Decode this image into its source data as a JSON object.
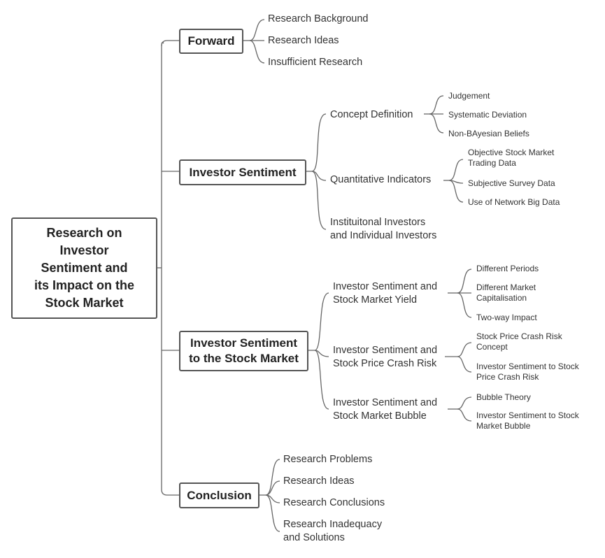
{
  "root": {
    "label": "Research on Investor Sentiment and its Impact on the Stock Market",
    "lines": [
      "Research on",
      "Investor",
      "Sentiment and",
      "its Impact on the",
      "Stock Market"
    ]
  },
  "branches": [
    {
      "label": "Forward",
      "lines": [
        "Forward"
      ],
      "children": [
        {
          "label": "Research Background",
          "lines": [
            "Research Background"
          ]
        },
        {
          "label": "Research Ideas",
          "lines": [
            "Research Ideas"
          ]
        },
        {
          "label": "Insufficient Research",
          "lines": [
            "Insufficient Research"
          ]
        }
      ]
    },
    {
      "label": "Investor Sentiment",
      "lines": [
        "Investor Sentiment"
      ],
      "children": [
        {
          "label": "Concept Definition",
          "lines": [
            "Concept Definition"
          ],
          "children": [
            {
              "label": "Judgement",
              "lines": [
                "Judgement"
              ]
            },
            {
              "label": "Systematic Deviation",
              "lines": [
                "Systematic Deviation"
              ]
            },
            {
              "label": "Non-BAyesian Beliefs",
              "lines": [
                "Non-BAyesian Beliefs"
              ]
            }
          ]
        },
        {
          "label": "Quantitative Indicators",
          "lines": [
            "Quantitative Indicators"
          ],
          "children": [
            {
              "label": "Objective Stock Market Trading Data",
              "lines": [
                "Objective Stock Market",
                "Trading Data"
              ]
            },
            {
              "label": "Subjective Survey Data",
              "lines": [
                "Subjective Survey Data"
              ]
            },
            {
              "label": "Use of Network Big Data",
              "lines": [
                "Use of Network Big Data"
              ]
            }
          ]
        },
        {
          "label": "Instituitonal Investors and Individual Investors",
          "lines": [
            "Instituitonal Investors",
            "and Individual Investors"
          ]
        }
      ]
    },
    {
      "label": "Investor Sentiment to the Stock Market",
      "lines": [
        "Investor Sentiment",
        "to the Stock Market"
      ],
      "children": [
        {
          "label": "Investor Sentiment and Stock Market Yield",
          "lines": [
            "Investor Sentiment and",
            "Stock Market Yield"
          ],
          "children": [
            {
              "label": "Different Periods",
              "lines": [
                "Different Periods"
              ]
            },
            {
              "label": "Different Market Capitalisation",
              "lines": [
                "Different Market",
                "Capitalisation"
              ]
            },
            {
              "label": "Two-way Impact",
              "lines": [
                "Two-way Impact"
              ]
            }
          ]
        },
        {
          "label": "Investor Sentiment and Stock Price Crash Risk",
          "lines": [
            "Investor Sentiment and",
            "Stock Price Crash Risk"
          ],
          "children": [
            {
              "label": "Stock Price Crash Risk Concept",
              "lines": [
                "Stock Price Crash Risk",
                "Concept"
              ]
            },
            {
              "label": "Investor Sentiment to Stock Price Crash Risk",
              "lines": [
                "Investor Sentiment to Stock",
                "Price Crash Risk"
              ]
            }
          ]
        },
        {
          "label": "Investor Sentiment and Stock Market Bubble",
          "lines": [
            "Investor Sentiment and",
            "Stock Market Bubble"
          ],
          "children": [
            {
              "label": "Bubble Theory",
              "lines": [
                "Bubble Theory"
              ]
            },
            {
              "label": "Investor Sentiment to Stock Market Bubble",
              "lines": [
                "Investor Sentiment to Stock",
                "Market Bubble"
              ]
            }
          ]
        }
      ]
    },
    {
      "label": "Conclusion",
      "lines": [
        "Conclusion"
      ],
      "children": [
        {
          "label": "Research Problems",
          "lines": [
            "Research Problems"
          ]
        },
        {
          "label": "Research Ideas",
          "lines": [
            "Research Ideas"
          ]
        },
        {
          "label": "Research Conclusions",
          "lines": [
            "Research Conclusions"
          ]
        },
        {
          "label": "Research Inadequacy and Solutions",
          "lines": [
            "Research Inadequacy",
            "and Solutions"
          ]
        }
      ]
    }
  ]
}
